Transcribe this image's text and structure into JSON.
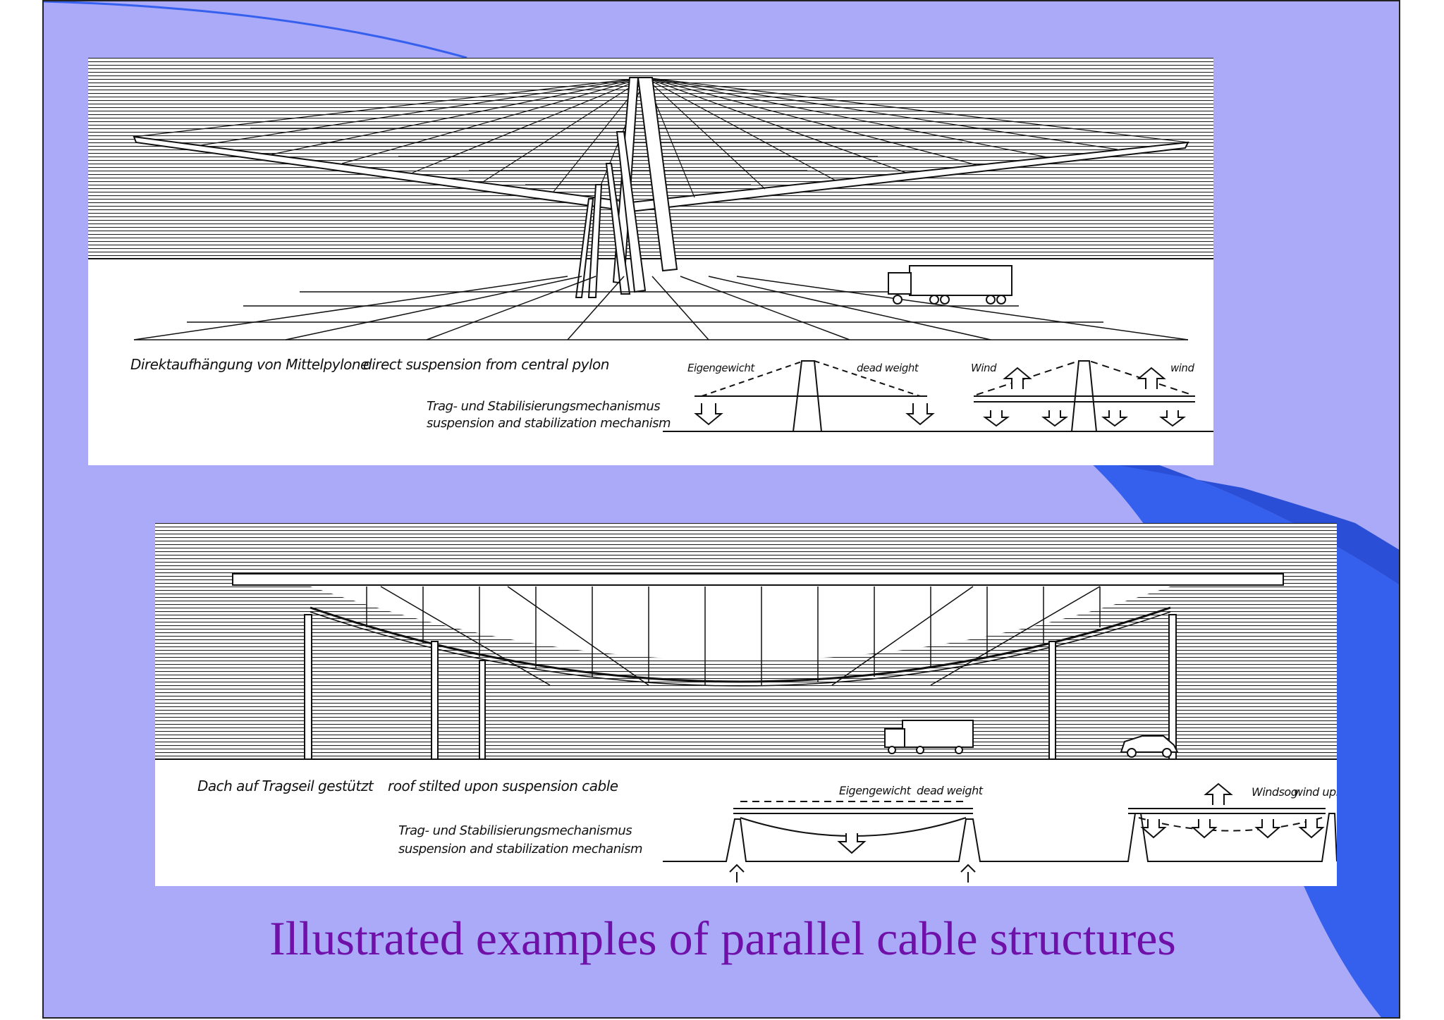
{
  "slide": {
    "caption": "Illustrated examples of parallel cable structures",
    "colors": {
      "background": "#aaaaf8",
      "accent_blue": "#3560ee",
      "caption": "#6f10a8"
    }
  },
  "figure_top": {
    "label_de": "Direktaufhängung von Mittelpylone",
    "label_en": "direct suspension from central pylon",
    "mechanism_de": "Trag- und Stabilisierungsmechanismus",
    "mechanism_en": "suspension and stabilization mechanism",
    "diagram_left_de": "Eigengewicht",
    "diagram_left_en": "dead weight",
    "diagram_right_de": "Wind",
    "diagram_right_en": "wind"
  },
  "figure_bottom": {
    "label_de": "Dach auf Tragseil gestützt",
    "label_en": "roof stilted upon suspension cable",
    "mechanism_de": "Trag- und Stabilisierungsmechanismus",
    "mechanism_en": "suspension and stabilization mechanism",
    "diagram_left_de": "Eigengewicht",
    "diagram_left_en": "dead weight",
    "diagram_right_de": "Windsog",
    "diagram_right_en": "wind uplift"
  }
}
